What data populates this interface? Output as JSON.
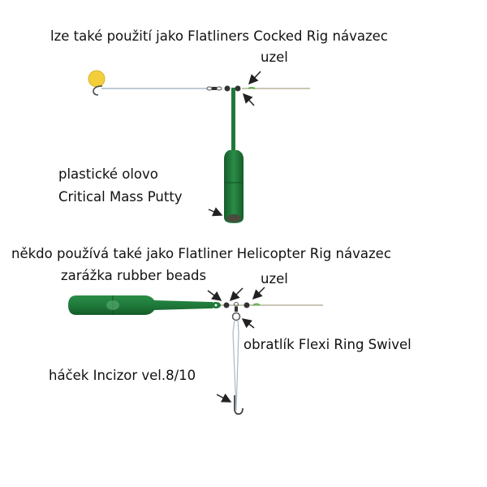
{
  "top_rig": {
    "title": "lze také použití jako Flatliners Cocked Rig návazec",
    "knot_label": "uzel",
    "lead_label_1": "plastické olovo",
    "lead_label_2": "Critical Mass Putty"
  },
  "bottom_rig": {
    "title": "někdo používá také jako Flatliner Helicopter Rig návazec",
    "beads_label": "zarážka rubber beads",
    "knot_label": "uzel",
    "swivel_label": "obratlík Flexi Ring Swivel",
    "hook_label": "háček Incizor vel.8/10"
  },
  "colors": {
    "lead": "#1f7a3a",
    "bait": "#f2cf3a",
    "line": "#a9b9c9",
    "mainline": "#b8b49a"
  }
}
